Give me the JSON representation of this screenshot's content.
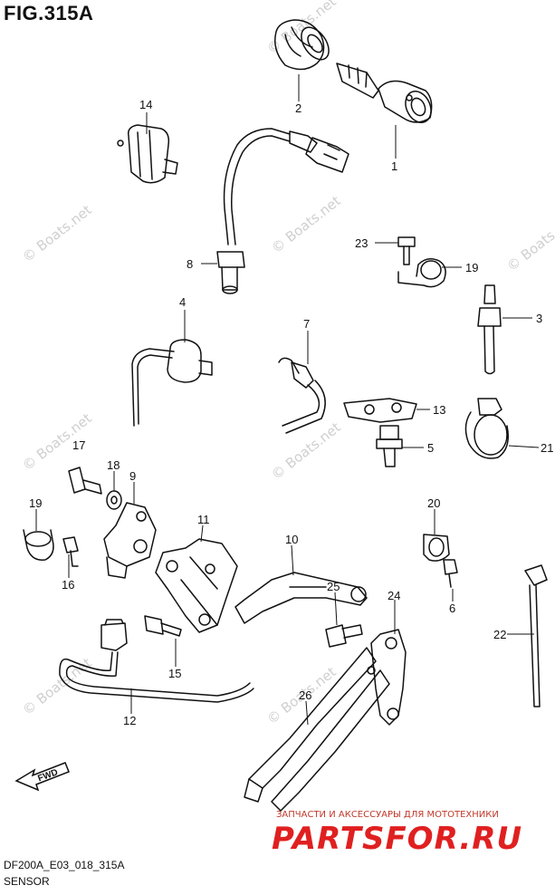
{
  "figure": {
    "title": "FIG.315A",
    "code": "DF200A_E03_018_315A",
    "name": "SENSOR"
  },
  "parts": [
    {
      "label": "1"
    },
    {
      "label": "2"
    },
    {
      "label": "3"
    },
    {
      "label": "4"
    },
    {
      "label": "5"
    },
    {
      "label": "6"
    },
    {
      "label": "7"
    },
    {
      "label": "8"
    },
    {
      "label": "9"
    },
    {
      "label": "10"
    },
    {
      "label": "11"
    },
    {
      "label": "12"
    },
    {
      "label": "13"
    },
    {
      "label": "14"
    },
    {
      "label": "15"
    },
    {
      "label": "16"
    },
    {
      "label": "17"
    },
    {
      "label": "18"
    },
    {
      "label": "19"
    },
    {
      "label": "19"
    },
    {
      "label": "20"
    },
    {
      "label": "21"
    },
    {
      "label": "22"
    },
    {
      "label": "23"
    },
    {
      "label": "24"
    },
    {
      "label": "25"
    },
    {
      "label": "26"
    }
  ],
  "fwd_label": "FWD",
  "watermarks": [
    "© Boats.net",
    "© Boats.net",
    "© Boats.net",
    "© Boats.net",
    "© Boats.net",
    "© Boats.net",
    "© Boats.net",
    "© Boats.net"
  ],
  "shop": {
    "tagline": "ЗАПЧАСТИ И АКСЕССУАРЫ ДЛЯ МОТОТЕХНИКИ",
    "logo": "PARTSFOR.RU"
  },
  "colors": {
    "line": "#111111",
    "watermark": "#cfcfcf",
    "brand": "#e02020"
  }
}
